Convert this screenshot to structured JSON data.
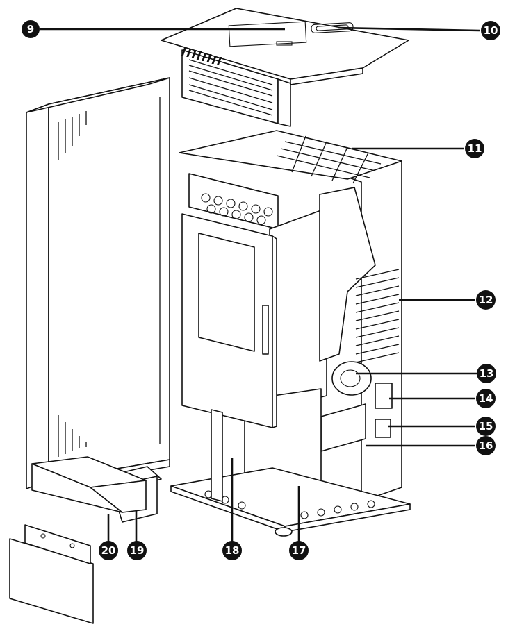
{
  "callouts": [
    {
      "id": "callout-9",
      "label": "9"
    },
    {
      "id": "callout-10",
      "label": "10"
    },
    {
      "id": "callout-11",
      "label": "11"
    },
    {
      "id": "callout-12",
      "label": "12"
    },
    {
      "id": "callout-13",
      "label": "13"
    },
    {
      "id": "callout-14",
      "label": "14"
    },
    {
      "id": "callout-15",
      "label": "15"
    },
    {
      "id": "callout-16",
      "label": "16"
    },
    {
      "id": "callout-17",
      "label": "17"
    },
    {
      "id": "callout-18",
      "label": "18"
    },
    {
      "id": "callout-19",
      "label": "19"
    },
    {
      "id": "callout-20",
      "label": "20"
    }
  ],
  "colors": {
    "ink": "#111111",
    "paper": "#ffffff"
  }
}
